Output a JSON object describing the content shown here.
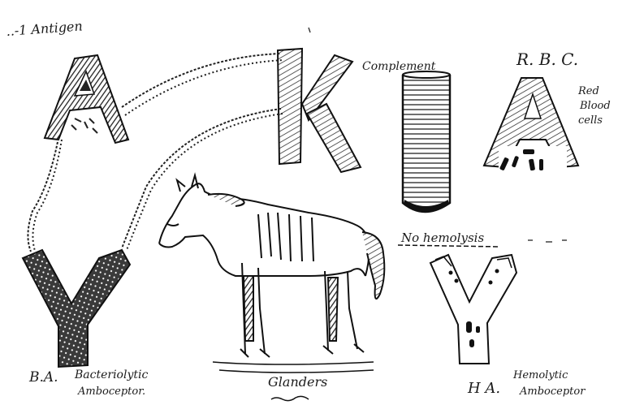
{
  "labels": {
    "antigen": "..-1 Antigen",
    "complement": "Complement",
    "rbc_title": "R. B. C.",
    "rbc_side_1": "Red",
    "rbc_side_2": "Blood",
    "rbc_side_3": "cells",
    "no_hemolysis": "No hemolysis",
    "ba_abbrev": "B.A.",
    "ba_line1": "Bacteriolytic",
    "ba_line2": "Amboceptor.",
    "glanders": "Glanders",
    "ha_abbrev": "H A.",
    "ha_line1": "Hemolytic",
    "ha_line2": "Amboceptor"
  },
  "colors": {
    "ink": "#1b1b1b",
    "paper": "#ffffff"
  }
}
